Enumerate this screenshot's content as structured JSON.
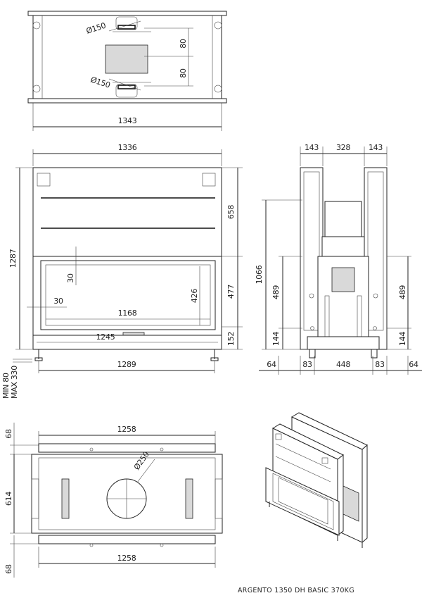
{
  "top_view": {
    "width": "1343",
    "hole1": "Ø150",
    "hole2": "Ø150",
    "offset1": "80",
    "offset2": "80"
  },
  "front_view": {
    "width_top": "1336",
    "height_total": "1287",
    "upper": "658",
    "glass": "477",
    "base": "152",
    "frame_gap_v": "30",
    "frame_gap_h": "30",
    "opening": "1168",
    "inner_h": "426",
    "lower_w": "1245",
    "feet_w": "1289",
    "leg_min": "MIN 80",
    "leg_max": "MAX 330"
  },
  "side_view": {
    "w_left": "143",
    "w_mid": "328",
    "w_right": "143",
    "h_total": "1066",
    "h_mid_l": "489",
    "h_mid_r": "489",
    "h_bot_l": "144",
    "h_bot_r": "144",
    "b_left": "64",
    "b_83l": "83",
    "b_mid": "448",
    "b_83r": "83",
    "b_right": "64"
  },
  "bottom_view": {
    "w_top": "1258",
    "w_bot": "1258",
    "depth": "614",
    "top_gap": "68",
    "bot_gap": "68",
    "duct": "Ø250"
  },
  "caption": "ARGENTO 1350 DH BASIC 370KG"
}
